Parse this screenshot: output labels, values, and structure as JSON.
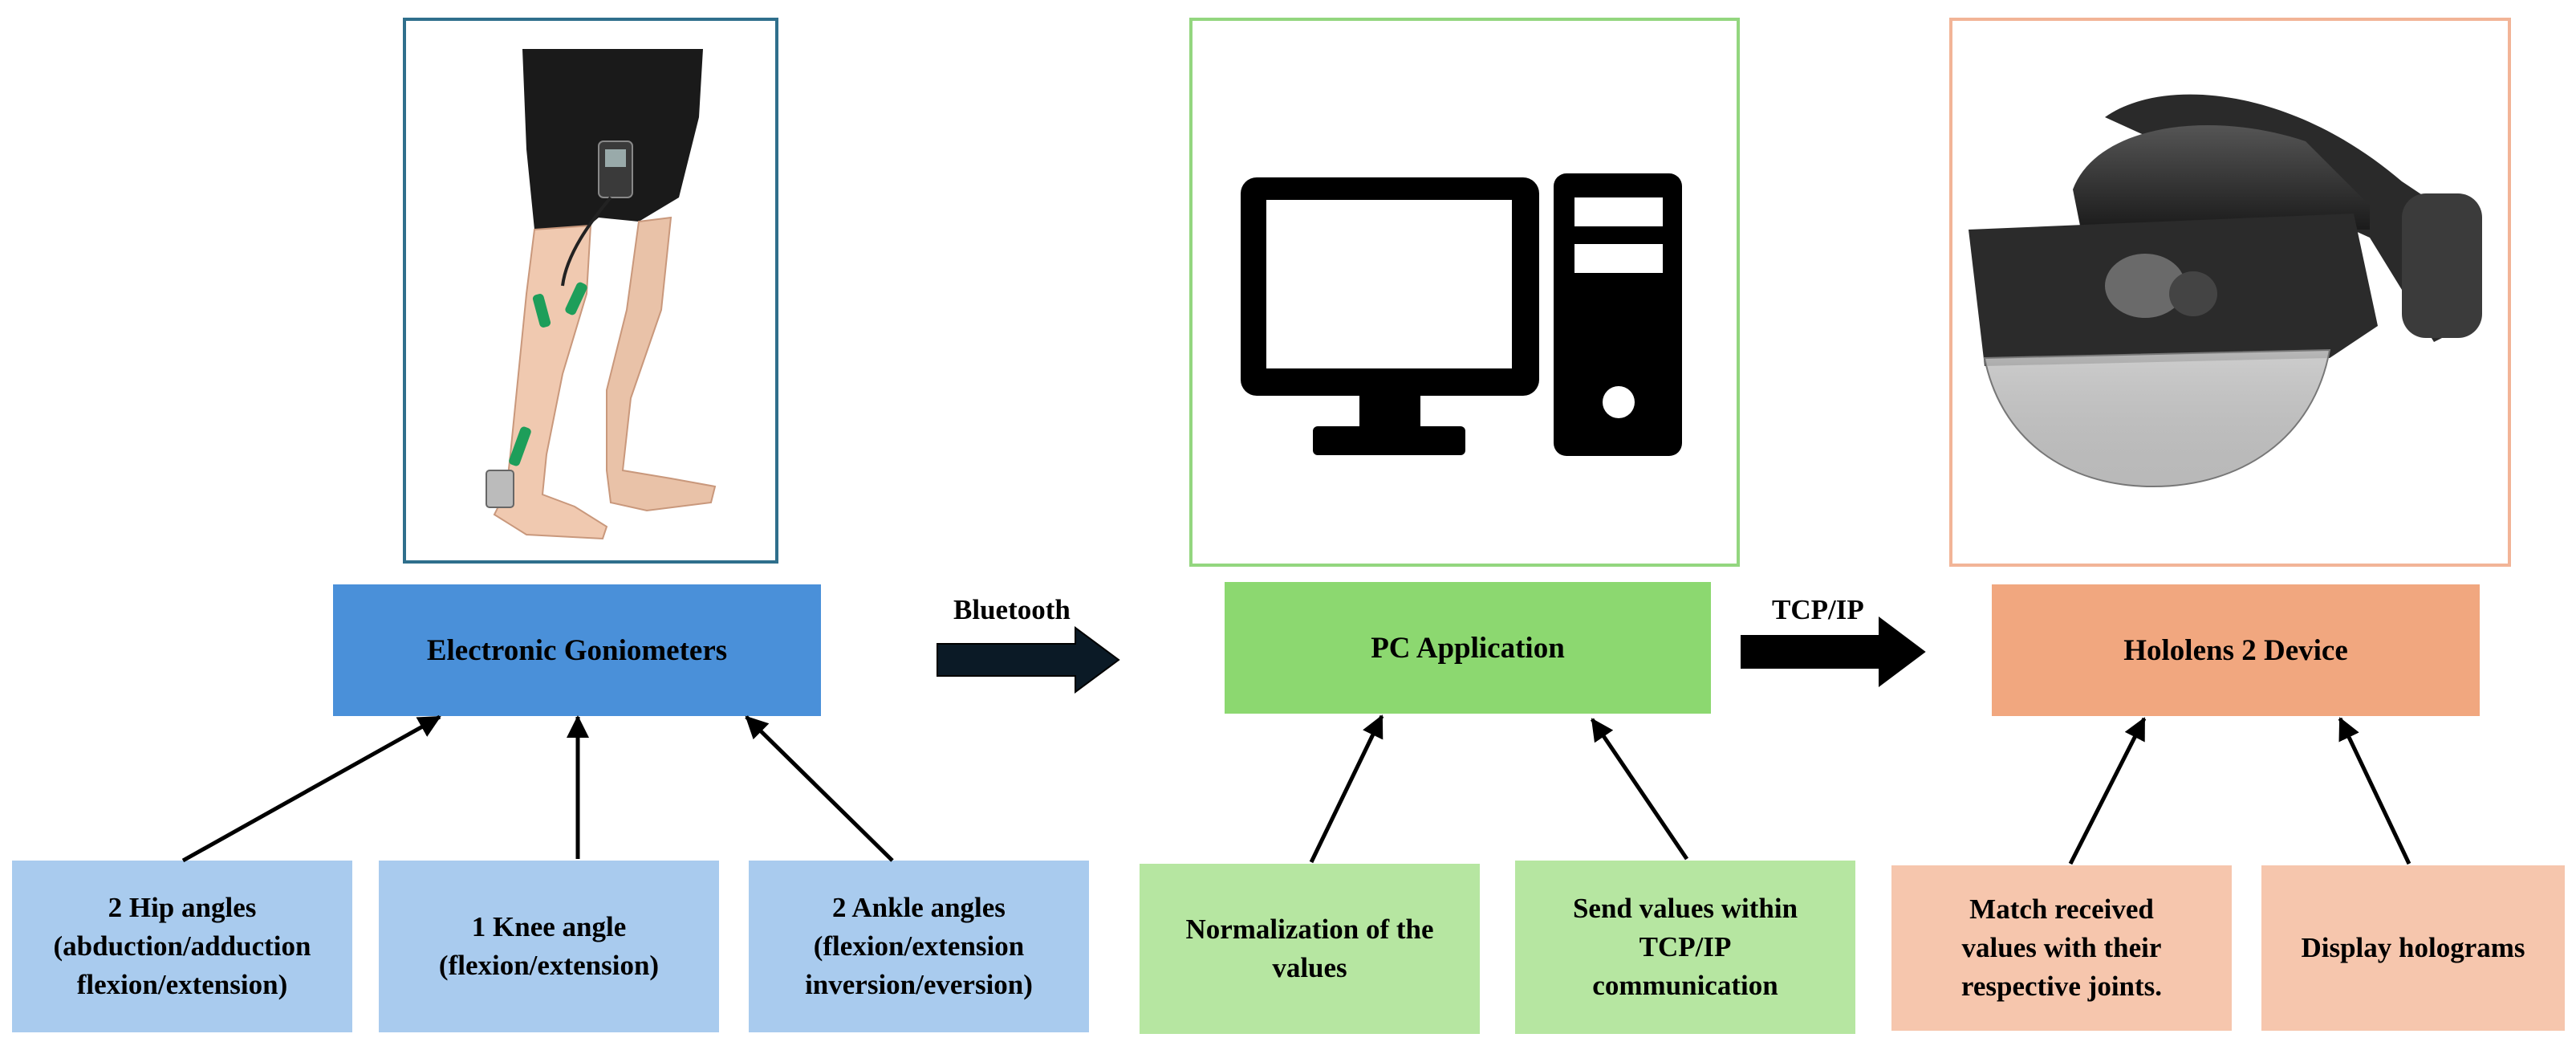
{
  "colors": {
    "goniometer_frame": "#2f6f8c",
    "pc_frame": "#93d67f",
    "hololens_frame": "#f2b497",
    "goniometer_box": "#4a90d9",
    "pc_box": "#8cd870",
    "hololens_box": "#f1a77f",
    "goniometer_sub": "#a9cbee",
    "pc_sub": "#b6e6a1",
    "hololens_sub": "#f6c6ad",
    "transfer_arrow": "#0b1a26"
  },
  "images": {
    "goniometer": "leg-with-goniometers-photo",
    "pc": "desktop-computer-icon",
    "hololens": "hololens-headset-photo"
  },
  "main": {
    "goniometers": "Electronic Goniometers",
    "pc": "PC Application",
    "hololens": "Hololens 2 Device"
  },
  "links": {
    "bluetooth": "Bluetooth",
    "tcpip": "TCP/IP"
  },
  "sub": {
    "hip": "2 Hip angles\n(abduction/adduction\nflexion/extension)",
    "knee": "1 Knee angle\n(flexion/extension)",
    "ankle": "2  Ankle angles\n(flexion/extension\ninversion/eversion)",
    "normalization": "Normalization of the\nvalues",
    "send": "Send values within\nTCP/IP\ncommunication",
    "match": "Match  received\nvalues with their\nrespective joints.",
    "display": "Display holograms"
  }
}
